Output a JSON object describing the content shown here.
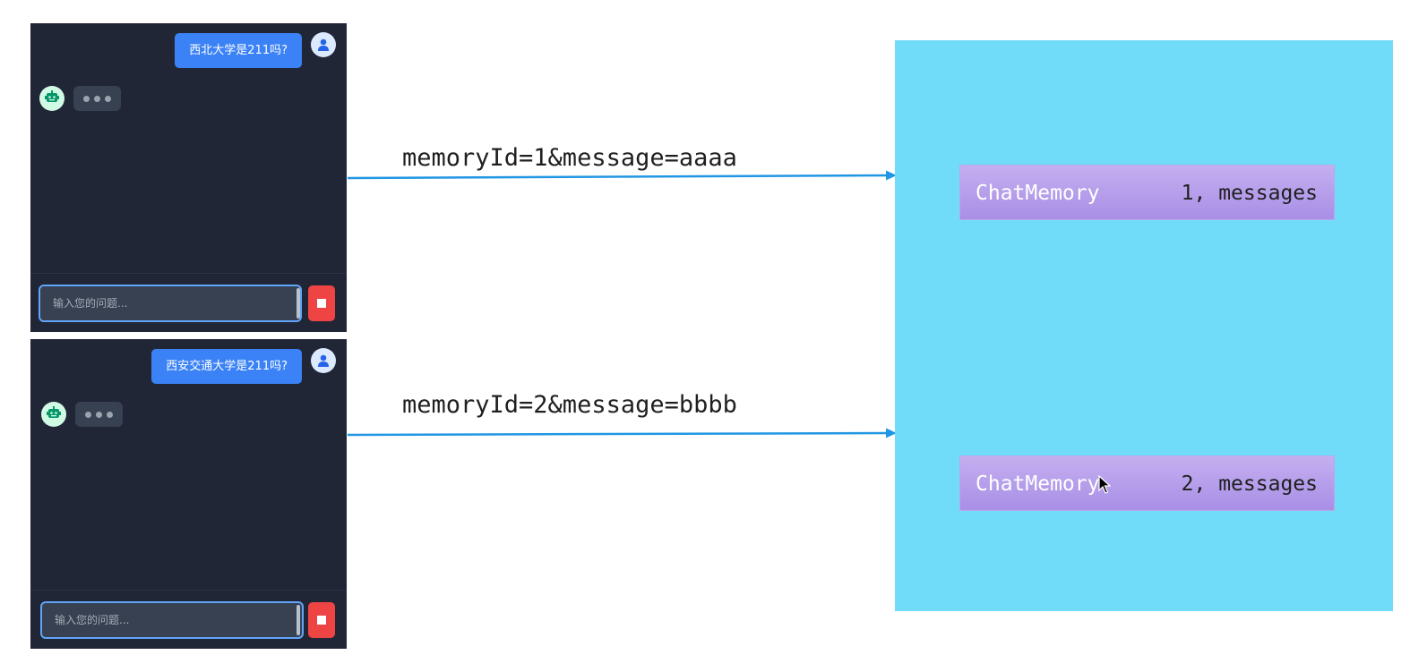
{
  "chats": [
    {
      "user_message": "西北大学是211吗?",
      "input_placeholder": "输入您的问题..."
    },
    {
      "user_message": "西安交通大学是211吗?",
      "input_placeholder": "输入您的问题..."
    }
  ],
  "requests": [
    {
      "label": "memoryId=1&message=aaaa"
    },
    {
      "label": "memoryId=2&message=bbbb"
    }
  ],
  "memories": [
    {
      "name": "ChatMemory",
      "value": "1, messages"
    },
    {
      "name": "ChatMemory",
      "value": "2, messages"
    }
  ],
  "colors": {
    "chat_bg": "#212637",
    "user_bubble": "#3b82f6",
    "stop_button": "#ef4444",
    "arrow": "#2196e3",
    "server_bg": "#71dcf9",
    "memory_box": "#b39ceb"
  },
  "icons": {
    "user_avatar": "user-icon",
    "bot_avatar": "robot-icon",
    "stop": "stop-icon",
    "pointer": "mouse-cursor-icon"
  }
}
